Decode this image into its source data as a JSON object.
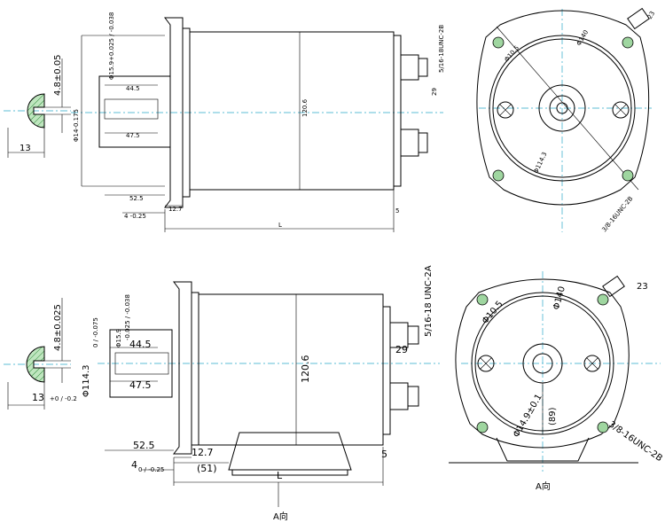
{
  "upper": {
    "key_width": "4.8±0.05",
    "shaft_dia": "Φ14-0.175",
    "key_len_outer": "13",
    "shaft_tol_small": "Φ15.9+0.025 / -0.038",
    "key_len_445": "44.5",
    "key_len_475": "47.5",
    "len_525": "52.5",
    "len_127": "12.7",
    "flange_4": "4 -0.25",
    "body_len": "120.6",
    "L": "L",
    "thread_side": "5/16-18UNC-2B",
    "dim_29": "29",
    "dim_5": "5",
    "pcd": "Φ140",
    "hole_dia": "Φ10.5",
    "pilot": "Φ114.3",
    "mount_thread": "3/8-16UNC-2B",
    "dim_23": "23"
  },
  "lower": {
    "key_width": "4.8±0.025",
    "shaft_dia_main": "Φ114.3",
    "shaft_dia_tol": "0 / -0.075",
    "key_len_outer": "13",
    "key_len_outer_tol": "+0 / -0.2",
    "shaft_small": "Φ15.9",
    "shaft_small_tol": "-0.025 / -0.038",
    "key_len_445": "44.5",
    "key_len_475": "47.5",
    "len_525": "52.5",
    "len_127": "12.7",
    "flange_4": "4",
    "flange_4_tol": "0 / -0.25",
    "len_51": "(51)",
    "body_len": "120.6",
    "L": "L",
    "thread_side": "5/16-18 UNC-2A",
    "dim_29": "29",
    "dim_5": "5",
    "view_label": "A向",
    "pcd": "Φ140",
    "hole_dia": "Φ10.5",
    "center_dia": "Φ14.9±0.1",
    "height_89": "(89)",
    "mount_thread": "3/8-16UNC-2B",
    "dim_23": "23",
    "view_label_right": "A向"
  }
}
